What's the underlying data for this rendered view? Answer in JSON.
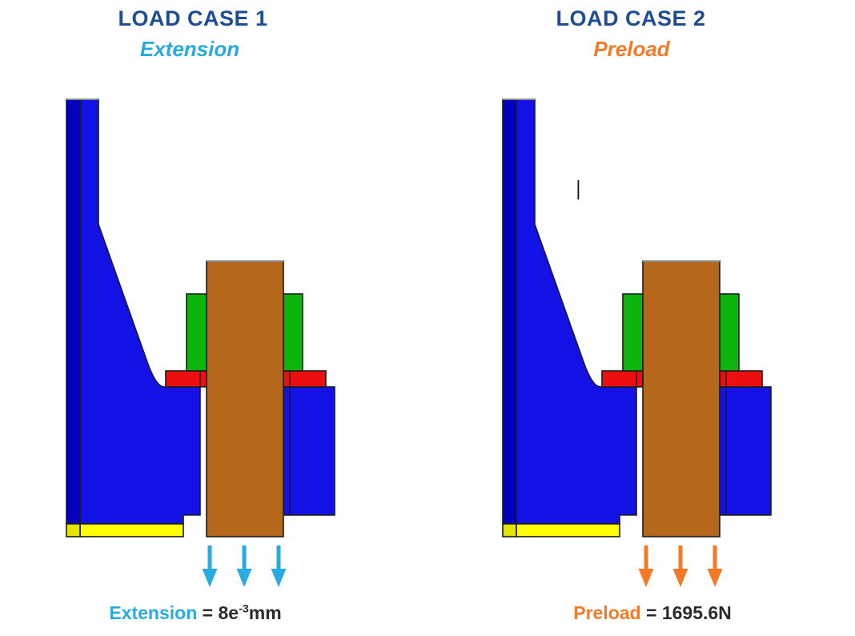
{
  "cases": [
    {
      "title": "LOAD CASE 1",
      "subtitle": "Extension",
      "accent": "#29ABE2",
      "label": {
        "name": "Extension",
        "pre": " = 8e",
        "sup": "-3",
        "post": "mm"
      }
    },
    {
      "title": "LOAD CASE 2",
      "subtitle": "Preload",
      "accent": "#F47A28",
      "label": {
        "name": "Preload",
        "pre": " = 1695.6N",
        "sup": "",
        "post": ""
      }
    }
  ],
  "colors": {
    "title_navy": "#1E4D96",
    "text_dark": "#2B2B2B",
    "part_blue": "#1212E6",
    "part_blue_dark": "#0101BE",
    "part_green": "#0CB50C",
    "part_red": "#ED0F0F",
    "part_yellow": "#FFFF00",
    "part_yellow_shaded": "#E4E400",
    "part_brown": "#B5671C",
    "edge_gray": "#8C8C8C",
    "cursor_black": "#111111"
  }
}
